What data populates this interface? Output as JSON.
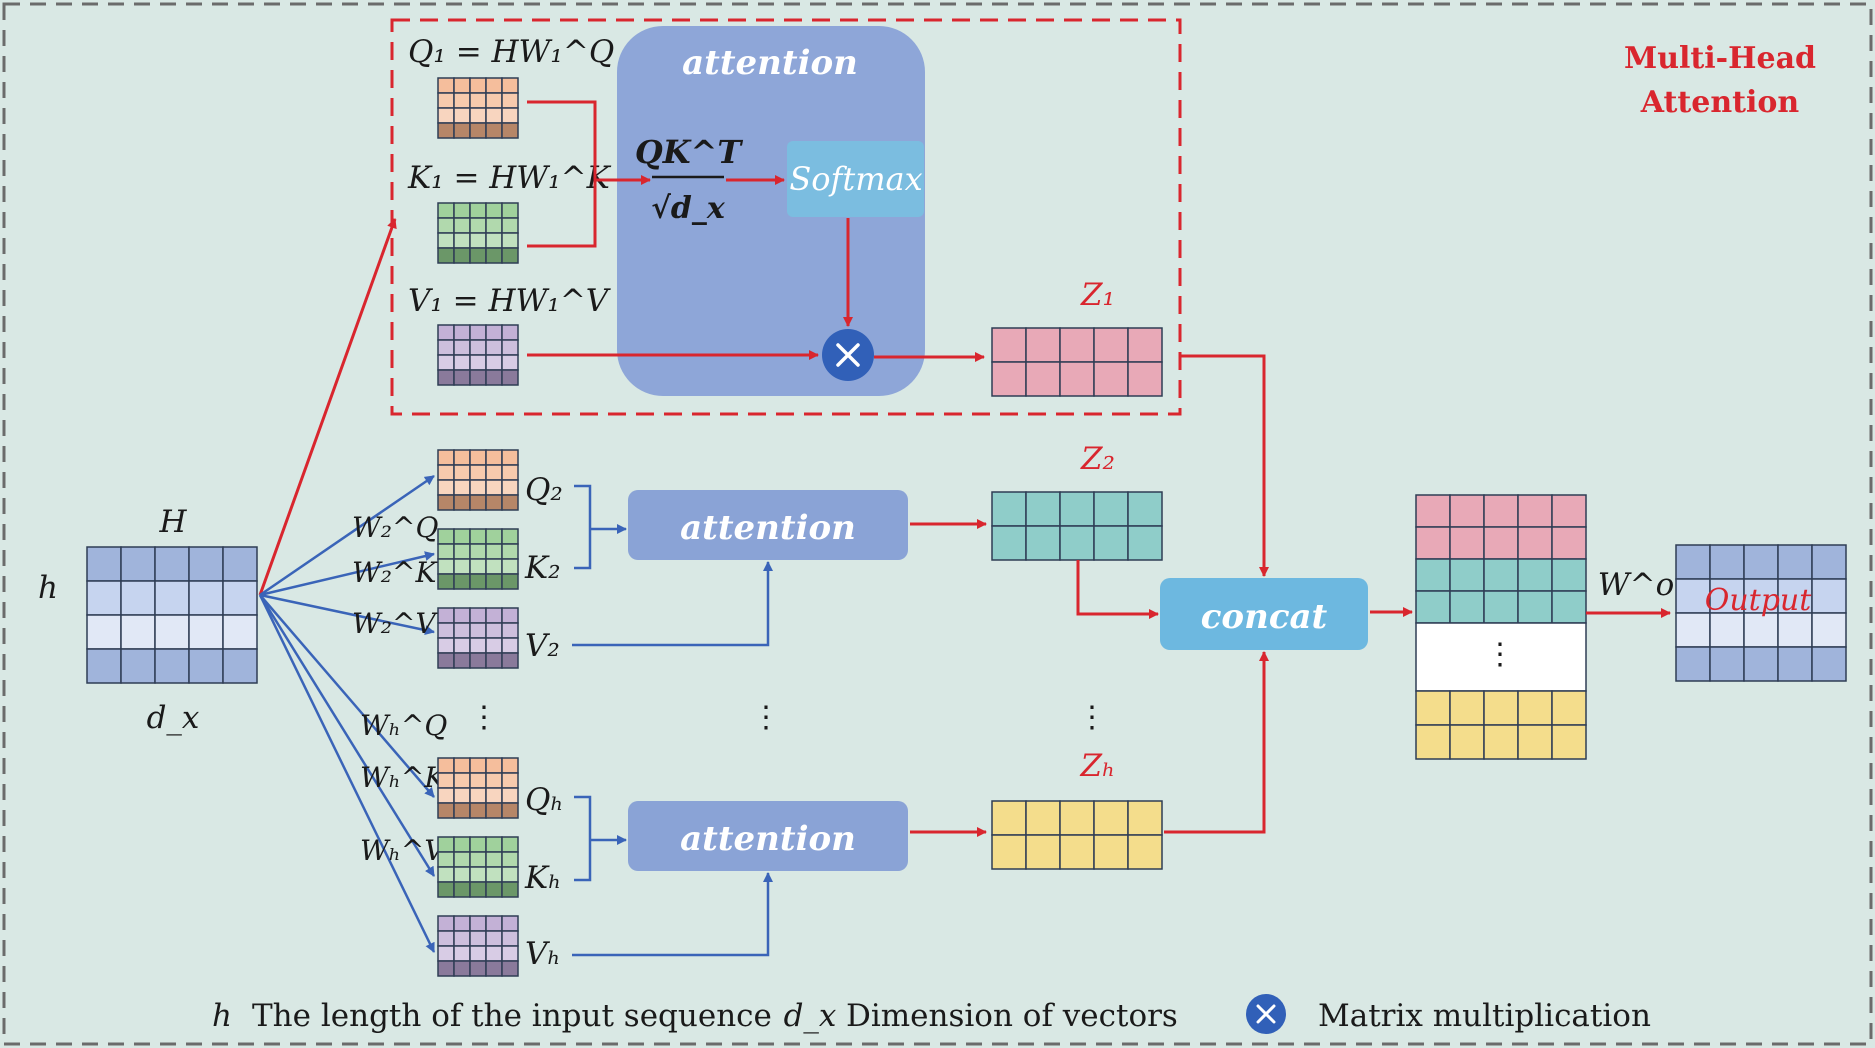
{
  "title": "Multi-Head Attention",
  "title_lines": [
    "Multi-Head",
    "Attention"
  ],
  "colors": {
    "background": "#d9e8e4",
    "red": "#d9262e",
    "blue": "#3a64b8",
    "attention_block": "#8ea6d8",
    "attention_box": "#8aa3d6",
    "softmax_box": "#7bbde0",
    "concat_box": "#6db8e0",
    "multiply_circle": "#3160b8",
    "query": "#f3b38a",
    "key": "#8fc98a",
    "value": "#b8a3cf",
    "z1": "#e8a9b7",
    "z2": "#8fcdc9",
    "zh": "#f4dd8c",
    "input": "#a8bde6"
  },
  "input": {
    "matrix_label": "H",
    "rows_label": "h",
    "cols_label": "d_x"
  },
  "head1": {
    "q_label": "Q₁ = HW₁^Q",
    "k_label": "K₁ = HW₁^K",
    "v_label": "V₁ = HW₁^V",
    "attention_label": "attention",
    "formula_numerator": "QK^T",
    "formula_denominator": "√d_x",
    "softmax_label": "Softmax",
    "z_label": "Z₁"
  },
  "head2": {
    "q_label": "Q₂",
    "k_label": "K₂",
    "v_label": "V₂",
    "wq": "W₂^Q",
    "wk": "W₂^K",
    "wv": "W₂^V",
    "attention_label": "attention",
    "z_label": "Z₂"
  },
  "headh": {
    "q_label": "Qₕ",
    "k_label": "Kₕ",
    "v_label": "Vₕ",
    "wq": "Wₕ^Q",
    "wk": "Wₕ^K",
    "wv": "Wₕ^V",
    "attention_label": "attention",
    "z_label": "Zₕ"
  },
  "concat_label": "concat",
  "output": {
    "weight_label": "W^o",
    "label": "Output"
  },
  "ellipsis": "⋮",
  "legend": [
    {
      "symbol": "h",
      "text": "The length of the input sequence"
    },
    {
      "symbol": "d_x",
      "text": "Dimension of vectors"
    },
    {
      "symbol": "multiply-icon",
      "text": "Matrix multiplication"
    }
  ]
}
